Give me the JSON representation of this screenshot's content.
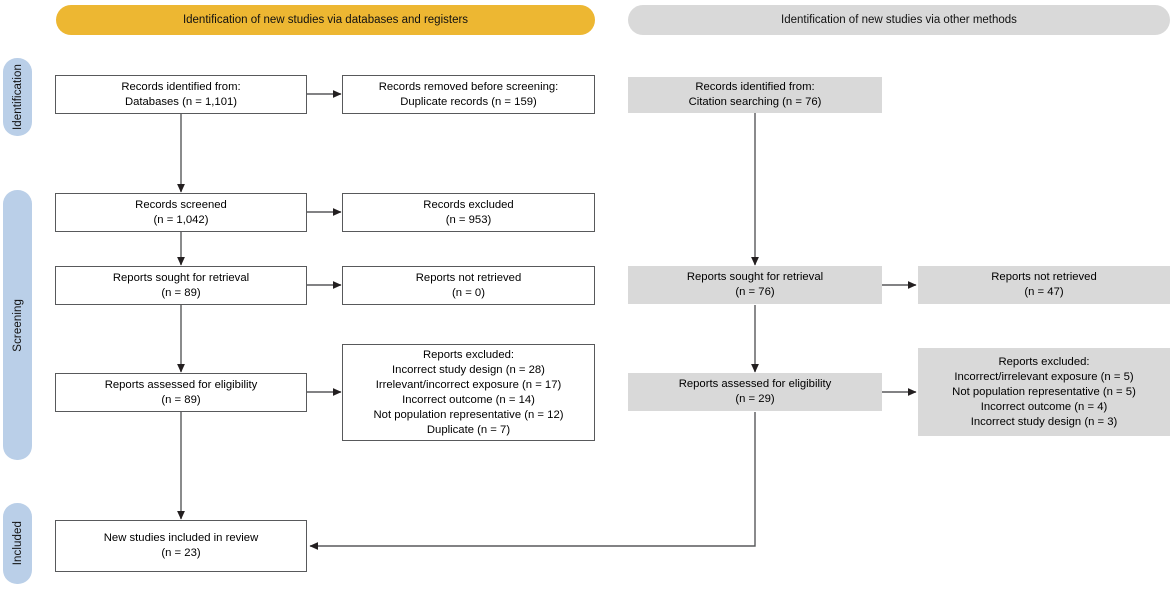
{
  "diagram": {
    "title": "PRISMA 2020 flow diagram",
    "stroke_color": "#58595b",
    "accent_yellow": "#edb732",
    "accent_grey": "#d9d9d9",
    "accent_blue": "#bacfe8"
  },
  "headers": [
    {
      "id": "databases",
      "label": "Identification of new studies via databases and registers"
    },
    {
      "id": "other",
      "label": "Identification of new studies via other methods"
    }
  ],
  "stage_labels": [
    {
      "id": "identification",
      "label": "Identification"
    },
    {
      "id": "screening",
      "label": "Screening"
    },
    {
      "id": "included",
      "label": "Included"
    }
  ],
  "boxes": {
    "records_identified": {
      "lines": [
        "Records identified from:",
        "Databases (n = 1,101)"
      ]
    },
    "records_removed": {
      "lines": [
        "Records removed before screening:",
        "Duplicate records (n = 159)"
      ]
    },
    "records_screened": {
      "lines": [
        "Records screened",
        "(n = 1,042)"
      ]
    },
    "records_excluded": {
      "lines": [
        "Records excluded",
        "(n = 953)"
      ]
    },
    "reports_sought": {
      "lines": [
        "Reports sought for retrieval",
        "(n = 89)"
      ]
    },
    "reports_not_retrieved": {
      "lines": [
        "Reports not retrieved",
        "(n = 0)"
      ]
    },
    "reports_assessed": {
      "lines": [
        "Reports assessed for eligibility",
        "(n = 89)"
      ]
    },
    "reports_excluded": {
      "lines": [
        "Reports excluded:",
        "Incorrect study design (n = 28)",
        "Irrelevant/incorrect exposure (n = 17)",
        "Incorrect outcome (n = 14)",
        "Not population representative (n = 12)",
        "Duplicate (n = 7)"
      ]
    },
    "new_studies_included": {
      "lines": [
        "New studies included in review",
        "(n = 23)"
      ]
    },
    "other_records_identified": {
      "lines": [
        "Records identified from:",
        "Citation searching (n = 76)"
      ]
    },
    "other_reports_sought": {
      "lines": [
        "Reports sought for retrieval",
        "(n = 76)"
      ]
    },
    "other_reports_not_retrieved": {
      "lines": [
        "Reports not retrieved",
        "(n = 47)"
      ]
    },
    "other_reports_assessed": {
      "lines": [
        "Reports assessed for eligibility",
        "(n = 29)"
      ]
    },
    "other_reports_excluded": {
      "lines": [
        "Reports excluded:",
        "Incorrect/irrelevant exposure (n = 5)",
        "Not population representative (n = 5)",
        "Incorrect outcome (n = 4)",
        "Incorrect study design (n = 3)"
      ]
    }
  }
}
